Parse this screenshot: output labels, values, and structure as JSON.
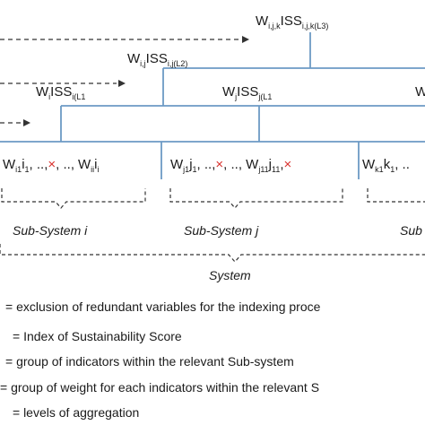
{
  "top_labels": {
    "l3": {
      "main": "W",
      "sub1": "i,j,k",
      "main2": "ISS",
      "sub2": "i,j,k(L3)"
    },
    "l2": {
      "main": "W",
      "sub1": "i,j",
      "main2": "ISS",
      "sub2": "i,j(L2)"
    },
    "l1_i": {
      "main": "W",
      "sub1": "i",
      "main2": "ISS",
      "sub2": "i(L1"
    },
    "l1_j": {
      "main": "W",
      "sub1": "j",
      "main2": "ISS",
      "sub2": "j(L1"
    },
    "l1_k": {
      "main": "W"
    }
  },
  "groups": {
    "i": {
      "pre": "W",
      "s1": "i1",
      "m": "i",
      "s2": "1",
      "mid": ", ..,",
      "cross": "×",
      "mid2": ", ..,",
      "end": "W",
      "s3": "ii",
      "m2": "i",
      "s4": "i"
    },
    "j": {
      "pre": "W",
      "s1": "j1",
      "m": "j",
      "s2": "1",
      "mid": ", ..,",
      "cross": "×",
      "mid2": ", .., W",
      "s3": "j11",
      "m2": "j",
      "s4": "11",
      "end": ",",
      "cross2": "×"
    },
    "k": {
      "pre": "W",
      "s1": "k1",
      "m": "k",
      "s2": "1",
      "mid": ", .."
    }
  },
  "subsystems": {
    "i": "Sub-System i",
    "j": "Sub-System j",
    "k": "Sub"
  },
  "system_label": "System",
  "legend": [
    "= exclusion of redundant variables for the indexing proce",
    "= Index of Sustainability Score",
    "= group of indicators within the relevant Sub-system",
    "= group of weight for each indicators within the relevant S",
    "= levels of aggregation"
  ],
  "colors": {
    "tree_line": "#6c9ac4",
    "cross": "#d9302c",
    "text": "#1a1a1a",
    "bracket": "#333333"
  }
}
